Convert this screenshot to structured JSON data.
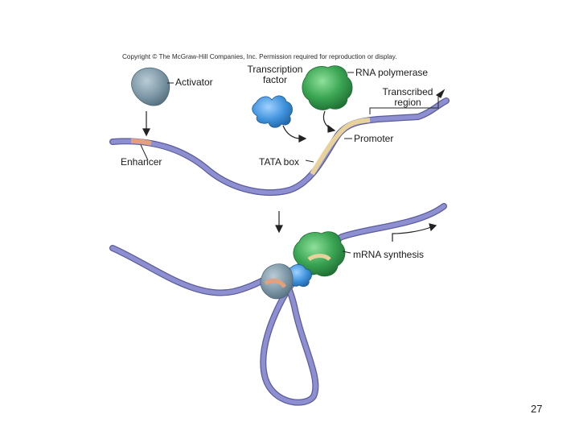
{
  "copyright": "Copyright © The McGraw-Hill Companies, Inc. Permission required for reproduction or display.",
  "labels": {
    "activator": "Activator",
    "transcription_factor_line1": "Transcription",
    "transcription_factor_line2": "factor",
    "rna_polymerase": "RNA polymerase",
    "transcribed_region_line1": "Transcribed",
    "transcribed_region_line2": "region",
    "enhancer": "Enhancer",
    "promoter": "Promoter",
    "tata_box": "TATA box",
    "mrna_synthesis": "mRNA synthesis"
  },
  "page_number": "27",
  "colors": {
    "dna": "#8d8fd0",
    "dna_dark": "#5a5c9c",
    "enhancer": "#e4a07a",
    "promoter": "#e8d19a",
    "activator": "#8aa3b1",
    "transcription_factor": "#4f9fdc",
    "rna_polymerase": "#3faa5a"
  }
}
